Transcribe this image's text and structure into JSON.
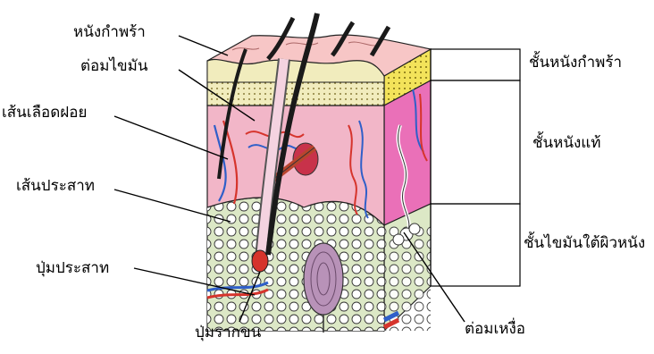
{
  "labels": {
    "epidermis_surface": "หนังกำพร้า",
    "sebaceous_gland": "ต่อมไขมัน",
    "capillaries": "เส้นเลือดฝอย",
    "nerve": "เส้นประสาท",
    "nerve_ending": "ปุ่มประสาท",
    "hair_papilla": "ปุ่มรากขน",
    "sweat_gland": "ต่อมเหงื่อ",
    "layer_epidermis": "ชั้นหนังกำพร้า",
    "layer_dermis": "ชั้นหนังแท้",
    "layer_subcutaneous": "ชั้นไขมันใต้ผิวหนัง"
  },
  "colors": {
    "skin_surface": "#f7c6c6",
    "fat_yellow": "#f1ecbd",
    "dermis_pink": "#f2b6c8",
    "side_magenta": "#ea70b8",
    "hypodermis_green": "#dce8c6",
    "vein_blue": "#2f5fc9",
    "artery_red": "#d6342c",
    "hair": "#1a1a1a"
  }
}
